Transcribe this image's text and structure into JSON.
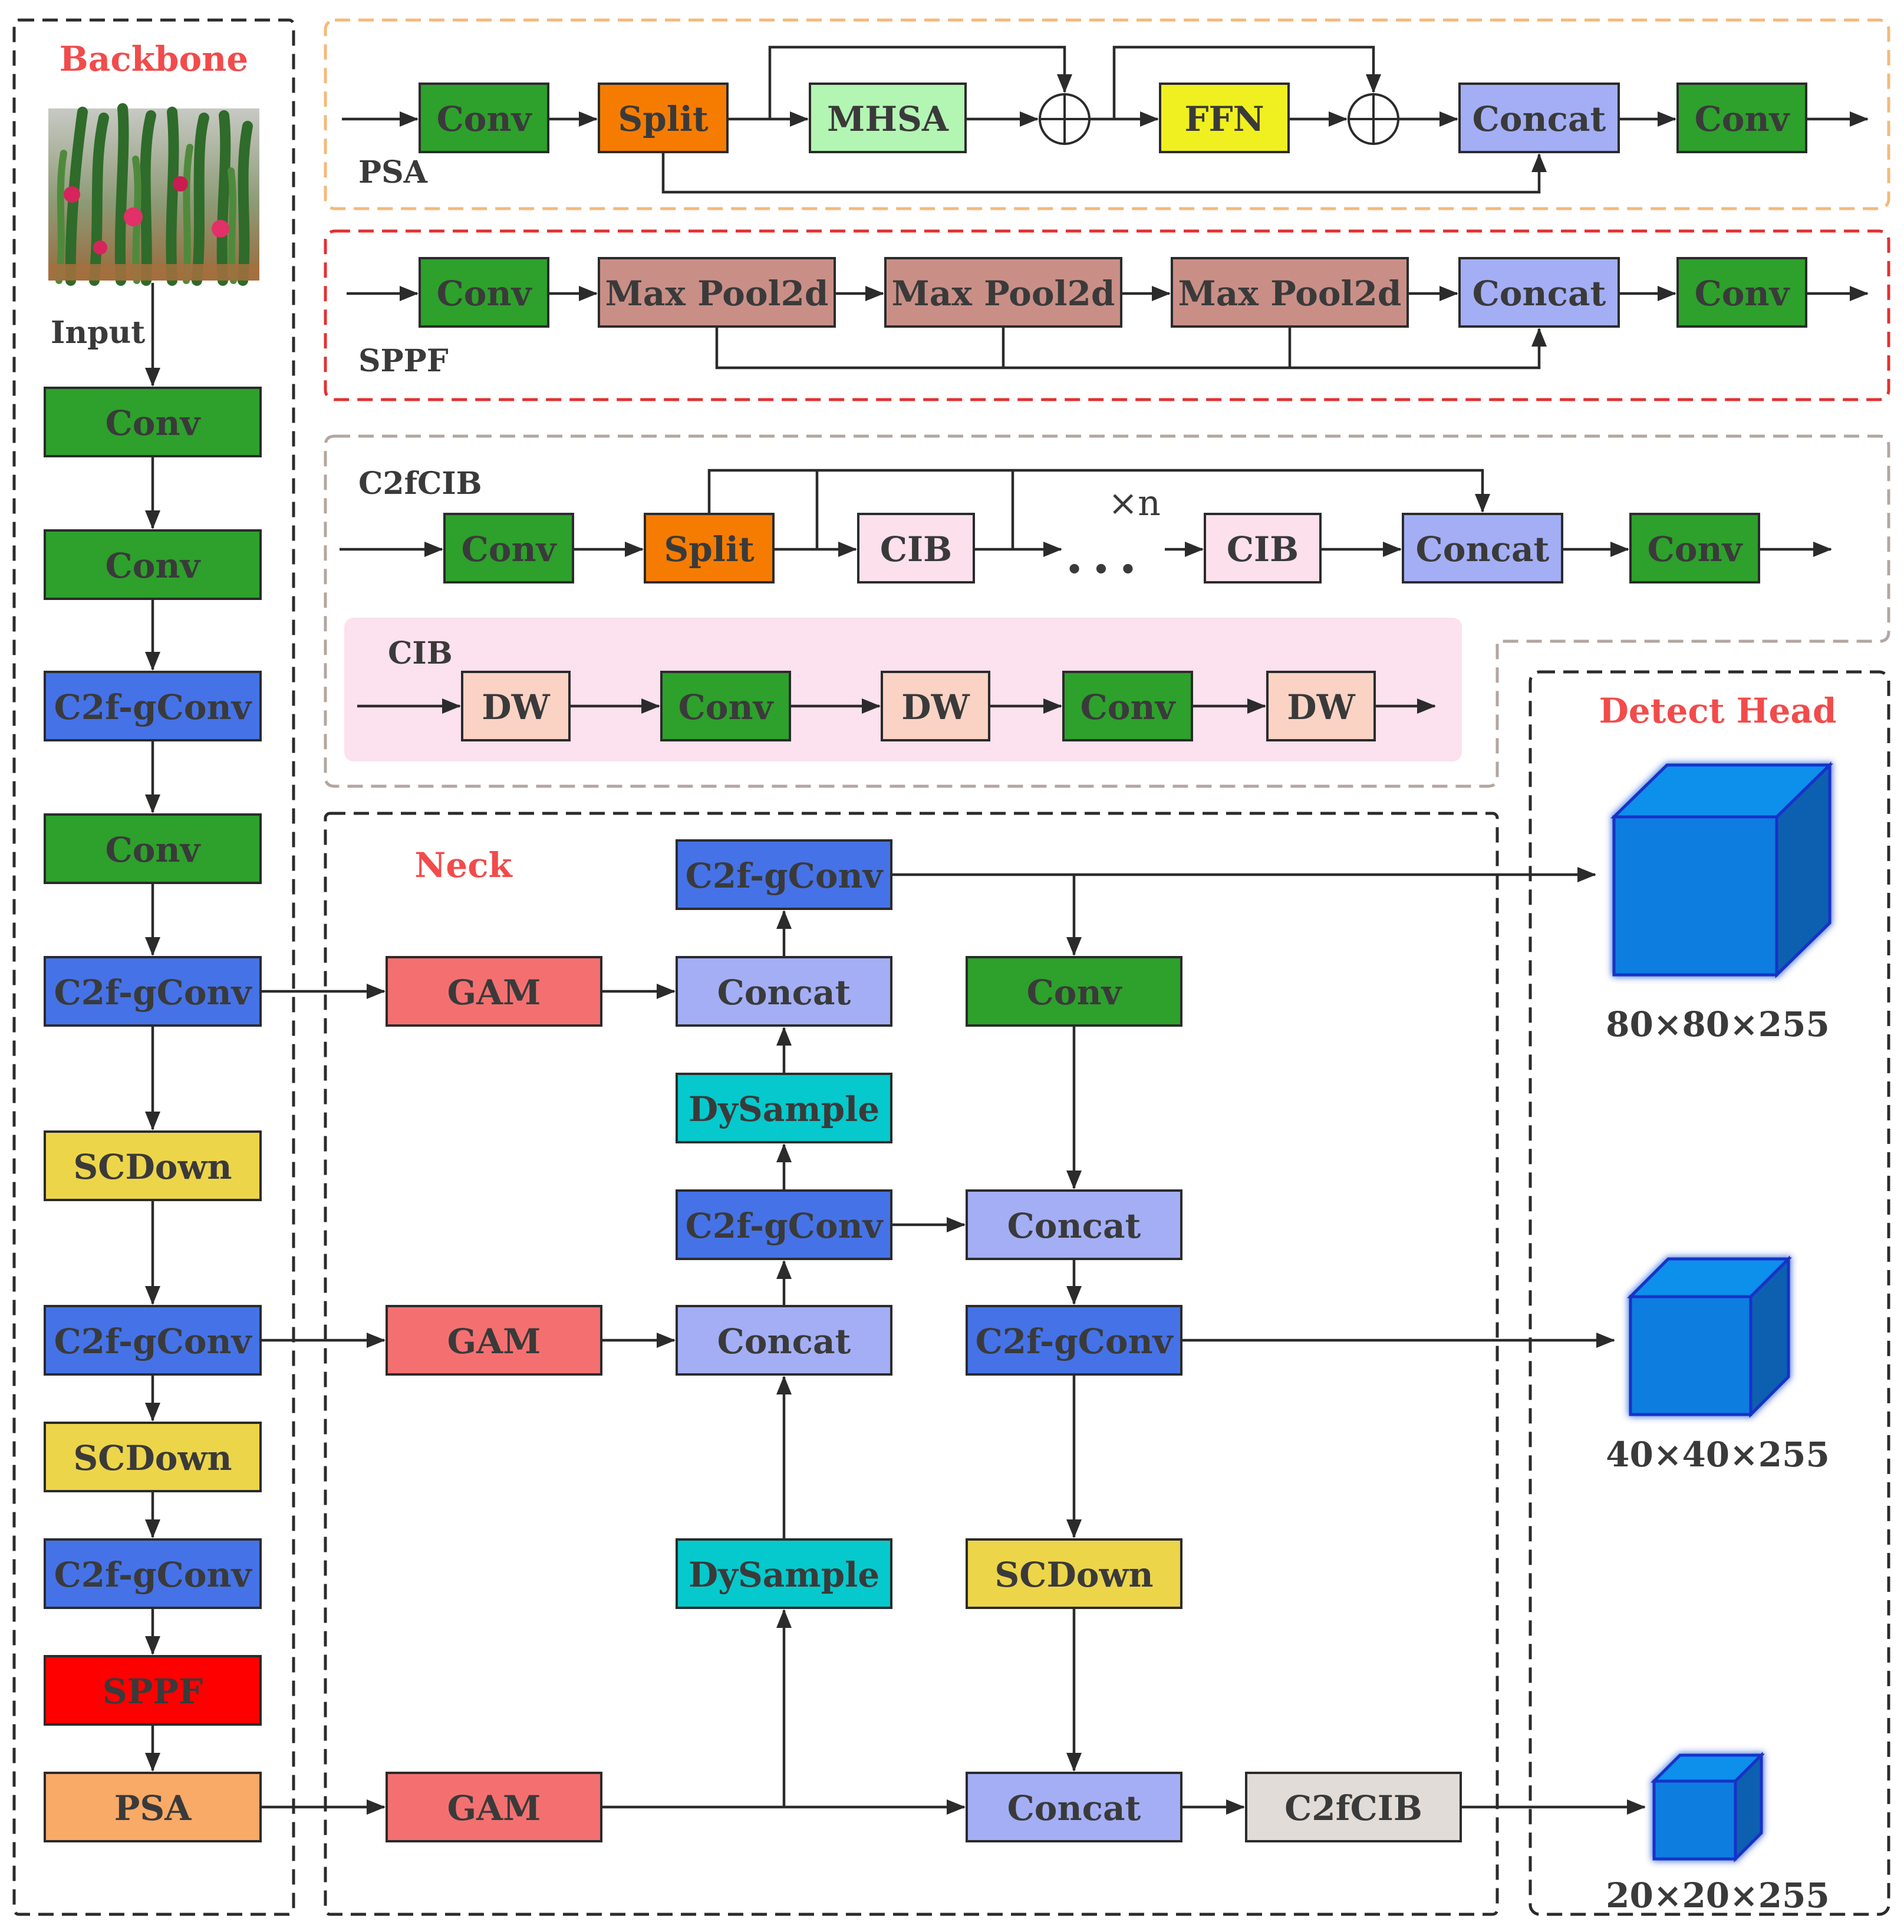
{
  "colors": {
    "conv": "#2ea02c",
    "split": "#f57c00",
    "mhsa": "#b3f5b3",
    "ffn": "#f0f020",
    "concat": "#a3aef5",
    "maxpool": "#c98f87",
    "cib": "#fce0ec",
    "dw": "#fad3c4",
    "c2f": "#4572e6",
    "scdown": "#edd54a",
    "sppf": "#ff0000",
    "psa": "#f9aa66",
    "gam": "#f47070",
    "dysample": "#05c9cc",
    "c2fcib": "#e2dcd8",
    "cube_front": "#0a7de0",
    "cube_top": "#0a8fec",
    "cube_side": "#0c5fb0",
    "title_red": "#f24b4b",
    "psa_border": "#f5b97a",
    "sppf_border": "#e33030",
    "c2fcib_border": "#b3a6a0",
    "cib_bg": "#fce1ee"
  },
  "titles": {
    "backbone": "Backbone",
    "neck": "Neck",
    "detect_head": "Detect Head"
  },
  "labels": {
    "input": "Input",
    "psa": "PSA",
    "sppf": "SPPF",
    "c2fcib": "C2fCIB",
    "cib": "CIB",
    "times_n": "×n",
    "ellipsis": "• • •"
  },
  "backbone": {
    "image_icon": "dragon-fruit-plant-photo",
    "blocks": [
      "Conv",
      "Conv",
      "C2f-gConv",
      "Conv",
      "C2f-gConv",
      "SCDown",
      "C2f-gConv",
      "SCDown",
      "C2f-gConv",
      "SPPF",
      "PSA"
    ]
  },
  "psa_module": {
    "blocks": [
      "Conv",
      "Split",
      "MHSA",
      "FFN",
      "Concat",
      "Conv"
    ],
    "operator_icon": "circle-plus-icon"
  },
  "sppf_module": {
    "blocks": [
      "Conv",
      "Max Pool2d",
      "Max Pool2d",
      "Max Pool2d",
      "Concat",
      "Conv"
    ]
  },
  "c2fcib_module": {
    "blocks": [
      "Conv",
      "Split",
      "CIB",
      "CIB",
      "Concat",
      "Conv"
    ]
  },
  "cib_module": {
    "blocks": [
      "DW",
      "Conv",
      "DW",
      "Conv",
      "DW"
    ]
  },
  "neck": {
    "gam": [
      "GAM",
      "GAM",
      "GAM"
    ],
    "col_a": [
      "C2f-gConv",
      "Concat",
      "DySample",
      "C2f-gConv",
      "Concat",
      "DySample"
    ],
    "col_b": [
      "Conv",
      "Concat",
      "C2f-gConv",
      "SCDown",
      "Concat"
    ],
    "c2fcib": "C2fCIB"
  },
  "detect_head": {
    "outputs": [
      "80×80×255",
      "40×40×255",
      "20×20×255"
    ]
  }
}
